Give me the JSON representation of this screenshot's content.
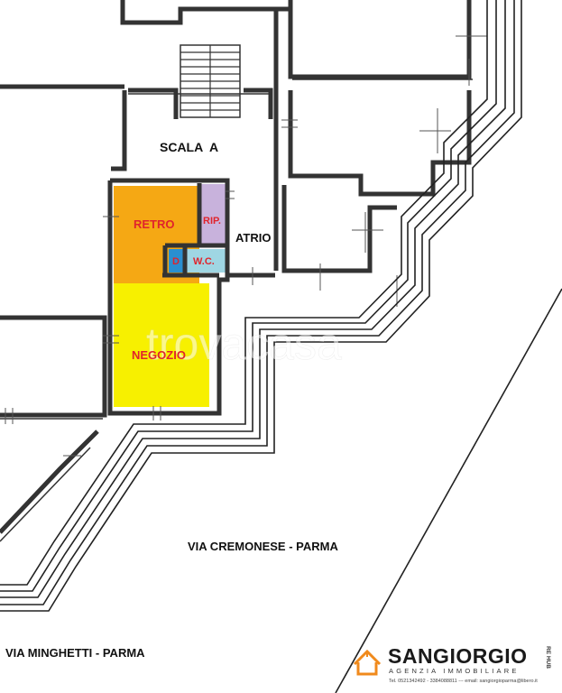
{
  "rooms": {
    "scala": "SCALA  A",
    "retro": "RETRO",
    "rip": "RIP.",
    "atrio": "ATRIO",
    "d": "D",
    "wc": "W.C.",
    "negozio": "NEGOZIO"
  },
  "watermark": "trovacasa",
  "streets": {
    "cremonese": "VIA CREMONESE - PARMA",
    "minghetti": "VIA MINGHETTI - PARMA"
  },
  "logo": {
    "name": "SANGIORGIO",
    "subtitle": "AGENZIA IMMOBILIARE",
    "contact": "Tel. 0521342492 - 3384088811  ---  email: sangiorgioparma@libero.it",
    "side": "RE HUB"
  },
  "colors": {
    "retro": "#f5a814",
    "negozio": "#f7f000",
    "rip": "#c8b2dc",
    "wc": "#9fd6e3",
    "d": "#2a8fd0",
    "label_red": "#e0242c",
    "logo_orange": "#f08a1c"
  }
}
